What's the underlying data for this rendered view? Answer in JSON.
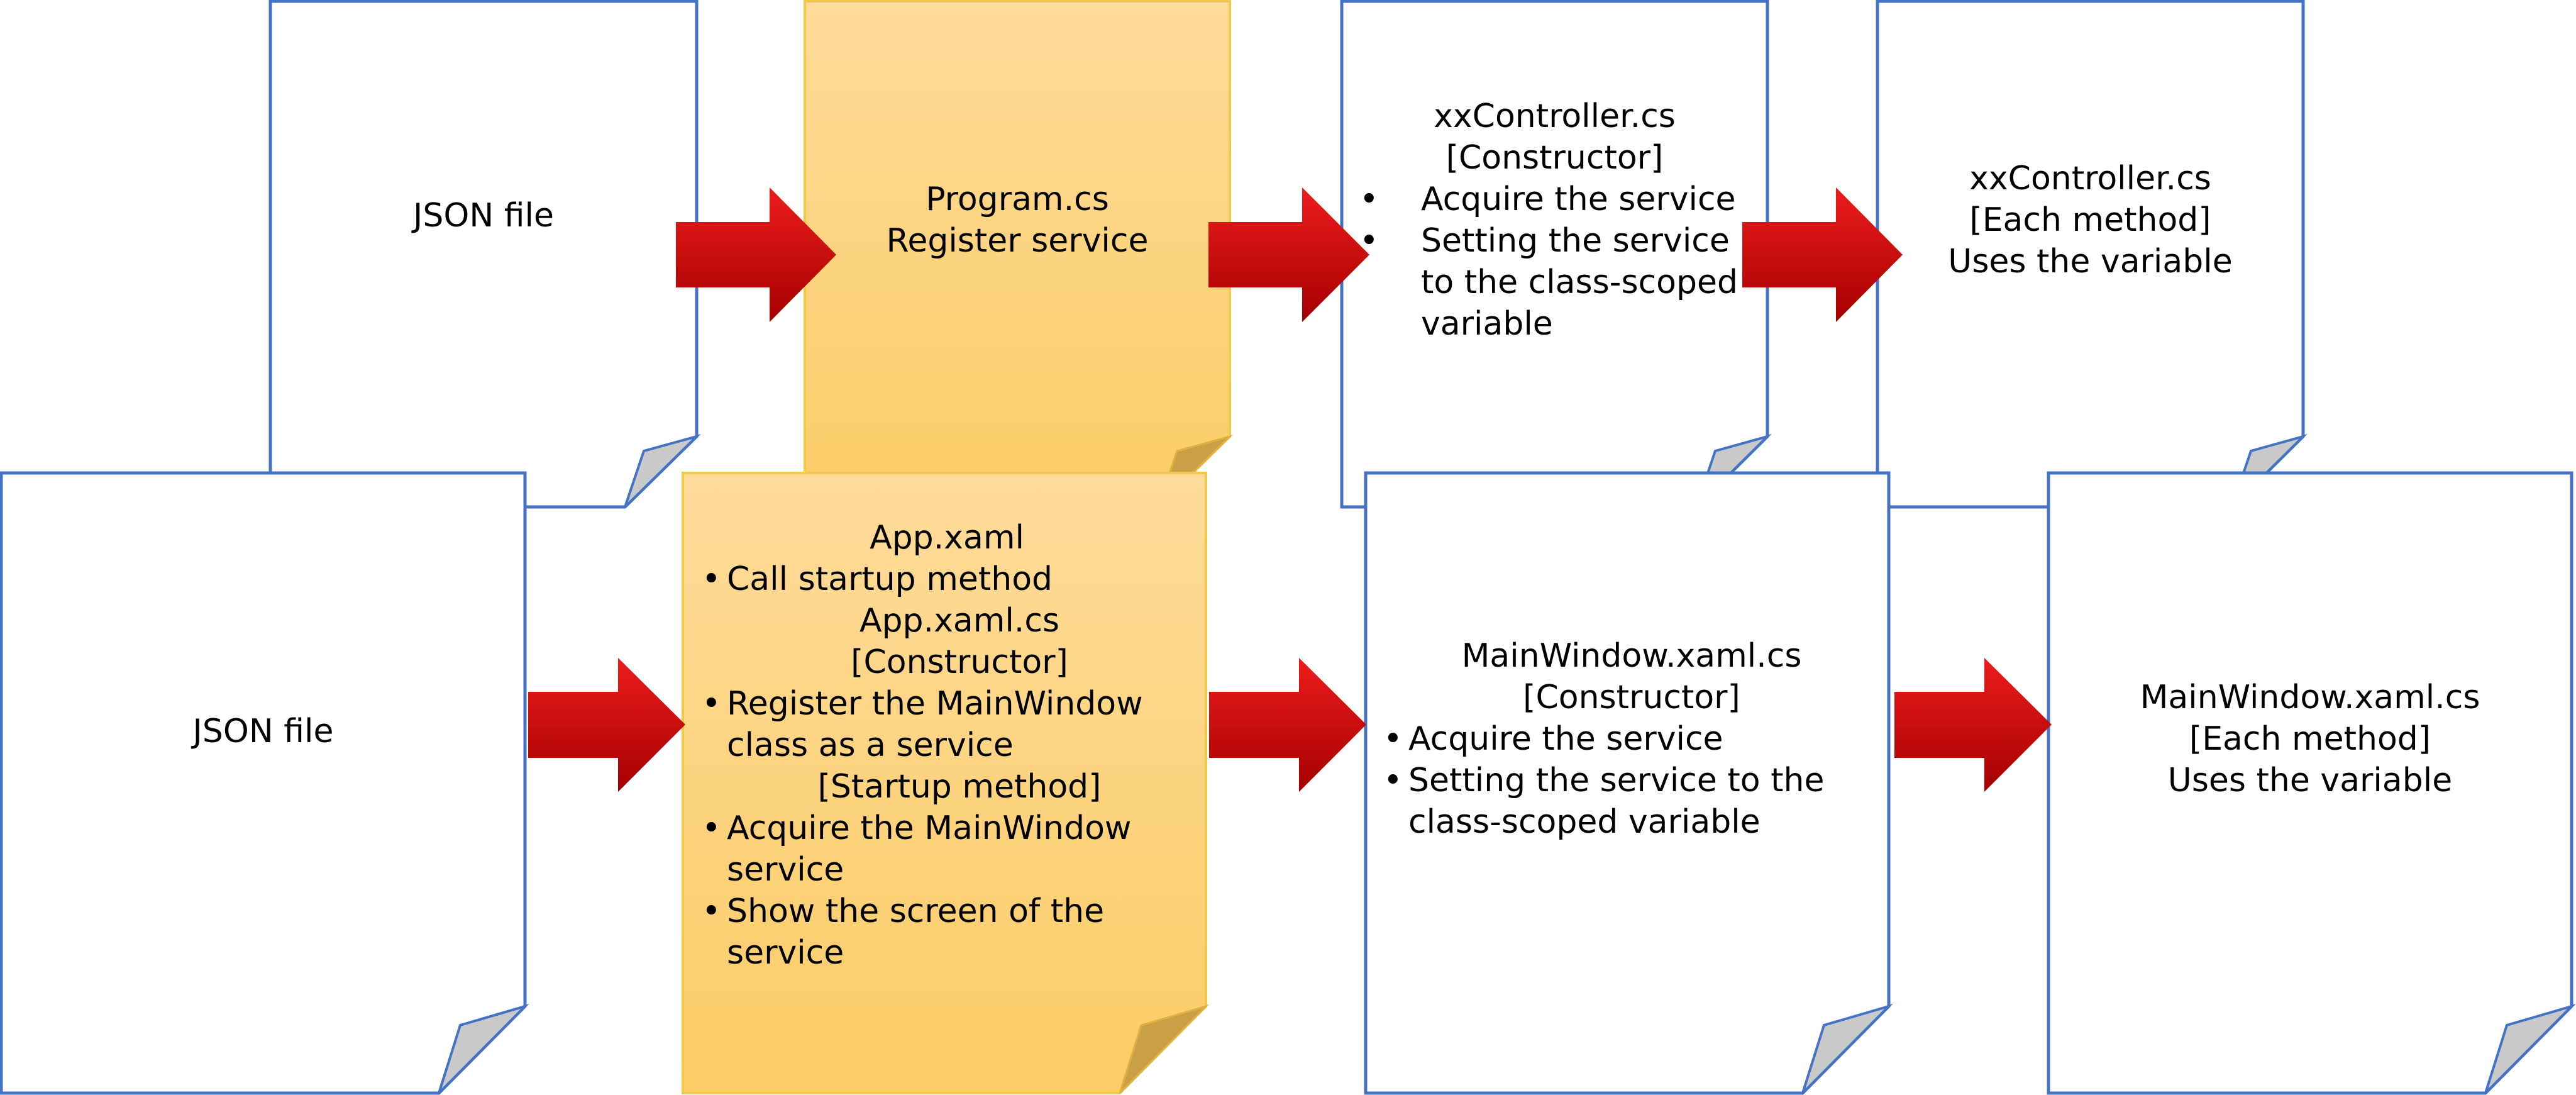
{
  "colors": {
    "page_border": "#4472c4",
    "page_fill": "#ffffff",
    "sticky_fill": "#fdd27a",
    "sticky_border": "#f2c84b",
    "fold_plain": "#c9c9c9",
    "fold_sticky": "#c9a046",
    "arrow": "#c00000"
  },
  "top_row": {
    "json": {
      "title": "JSON file"
    },
    "program": {
      "title": "Program.cs",
      "subtitle": "Register service"
    },
    "controller_ctor": {
      "title": "xxController.cs",
      "section": "[Constructor]",
      "bullets": [
        "Acquire the service",
        "Setting the service to the class-scoped variable"
      ]
    },
    "controller_method": {
      "title": "xxController.cs",
      "section": "[Each method]",
      "desc": "Uses the variable"
    }
  },
  "bottom_row": {
    "json": {
      "title": "JSON file"
    },
    "app": {
      "title": "App.xaml",
      "bullet1": "Call startup method",
      "cs_title": "App.xaml.cs",
      "ctor_section": "[Constructor]",
      "bullet2": "Register the MainWindow class as a service",
      "startup_section": "[Startup method]",
      "bullet3": "Acquire the MainWindow service",
      "bullet4": "Show the screen of the service"
    },
    "mainwindow_ctor": {
      "title": "MainWindow.xaml.cs",
      "section": "[Constructor]",
      "bullets": [
        "Acquire the service",
        "Setting the service to the class-scoped variable"
      ]
    },
    "mainwindow_method": {
      "title": "MainWindow.xaml.cs",
      "section": "[Each method]",
      "desc": "Uses the variable"
    }
  },
  "bullet_glyph": "•"
}
